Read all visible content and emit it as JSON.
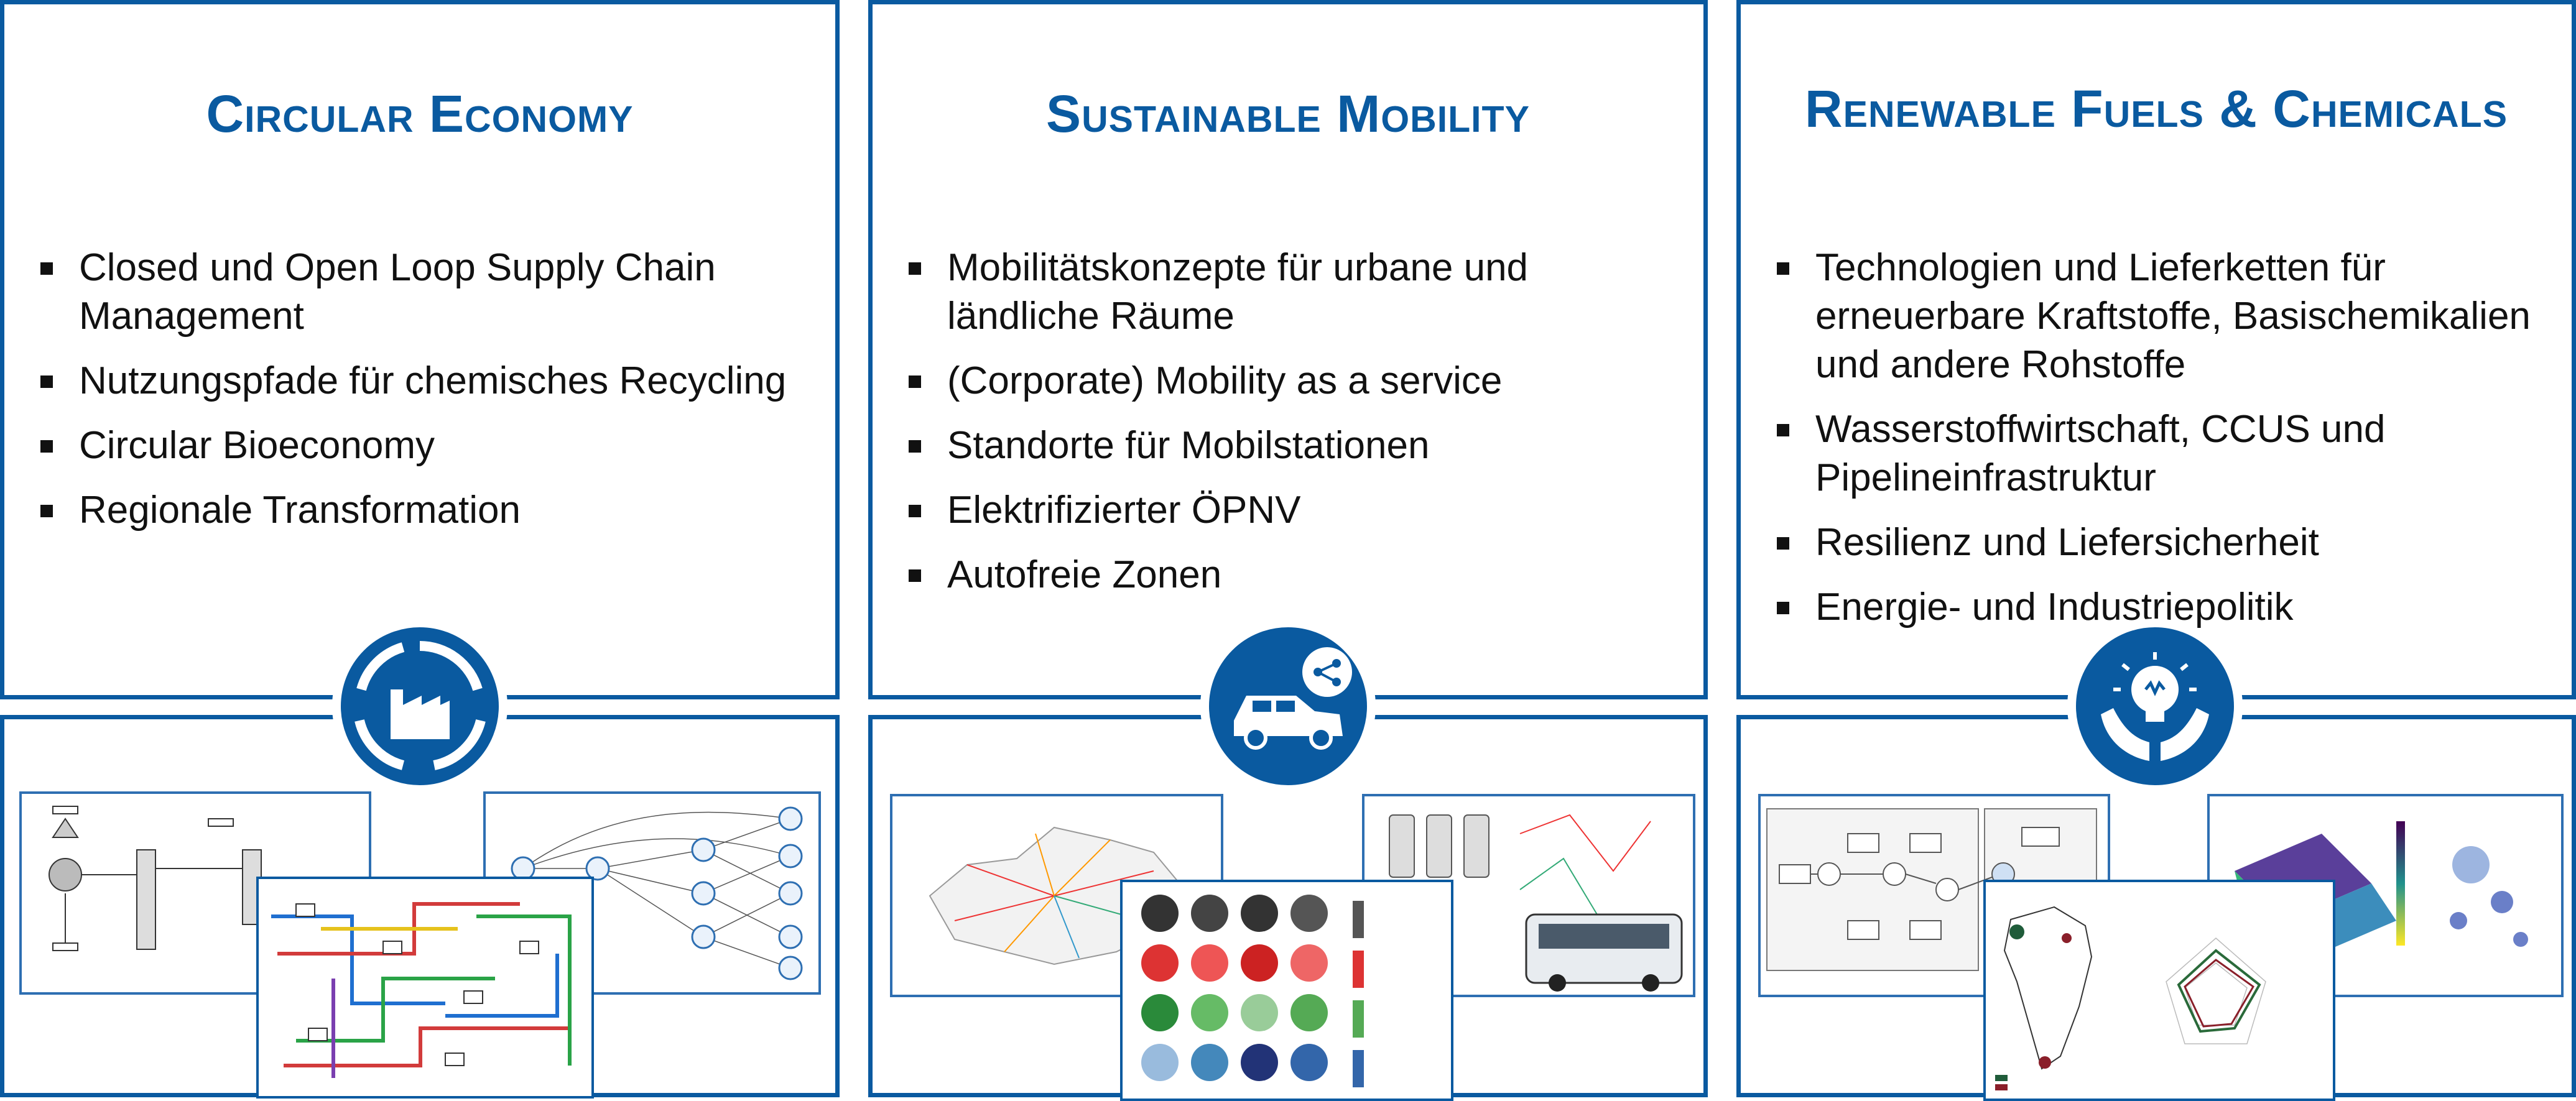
{
  "columns": [
    {
      "title": "Circular Economy",
      "icon": "factory-cycle-icon",
      "bullets": [
        "Closed und Open Loop Supply Chain Management",
        "Nutzungspfade für chemisches Recycling",
        "Circular Bioeconomy",
        "Regionale Transformation"
      ]
    },
    {
      "title": "Sustainable Mobility",
      "icon": "car-share-icon",
      "bullets": [
        "Mobilitätskonzepte für urbane und ländliche Räume",
        "(Corporate) Mobility as a service",
        "Standorte für Mobilstationen",
        "Elektrifizierter ÖPNV",
        "Autofreie Zonen"
      ]
    },
    {
      "title": "Renewable Fuels & Chemicals",
      "icon": "lightbulb-hands-icon",
      "bullets": [
        "Technologien und Lieferketten für erneuerbare Kraftstoffe, Basischemikalien und andere Rohstoffe",
        "Wasserstoffwirtschaft, CCUS und Pipelineinfrastruktur",
        "Resilienz und Liefersicherheit",
        "Energie- und Industriepolitik"
      ]
    }
  ],
  "colors": {
    "brand": "#0a5aa0",
    "text": "#111111",
    "background": "#ffffff"
  }
}
